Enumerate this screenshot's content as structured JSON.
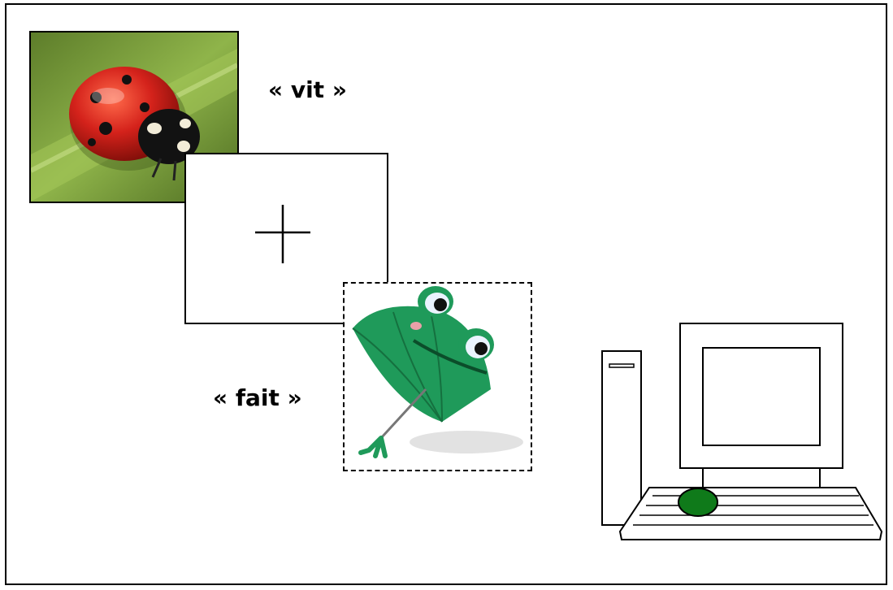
{
  "prime_word": "« vit »",
  "target_word": "« fait »",
  "images": {
    "prime_picture": "ladybug-photo",
    "fixation": "fixation-cross",
    "target_picture": "frog-umbrella-photo",
    "apparatus": "desktop-computer-with-mouse"
  },
  "colors": {
    "ladybug_red": "#d4221b",
    "leaf_green": "#7fa33a",
    "umbrella_green": "#1f9a5a",
    "mouse_green": "#0f7a1a",
    "frame": "#000000"
  }
}
